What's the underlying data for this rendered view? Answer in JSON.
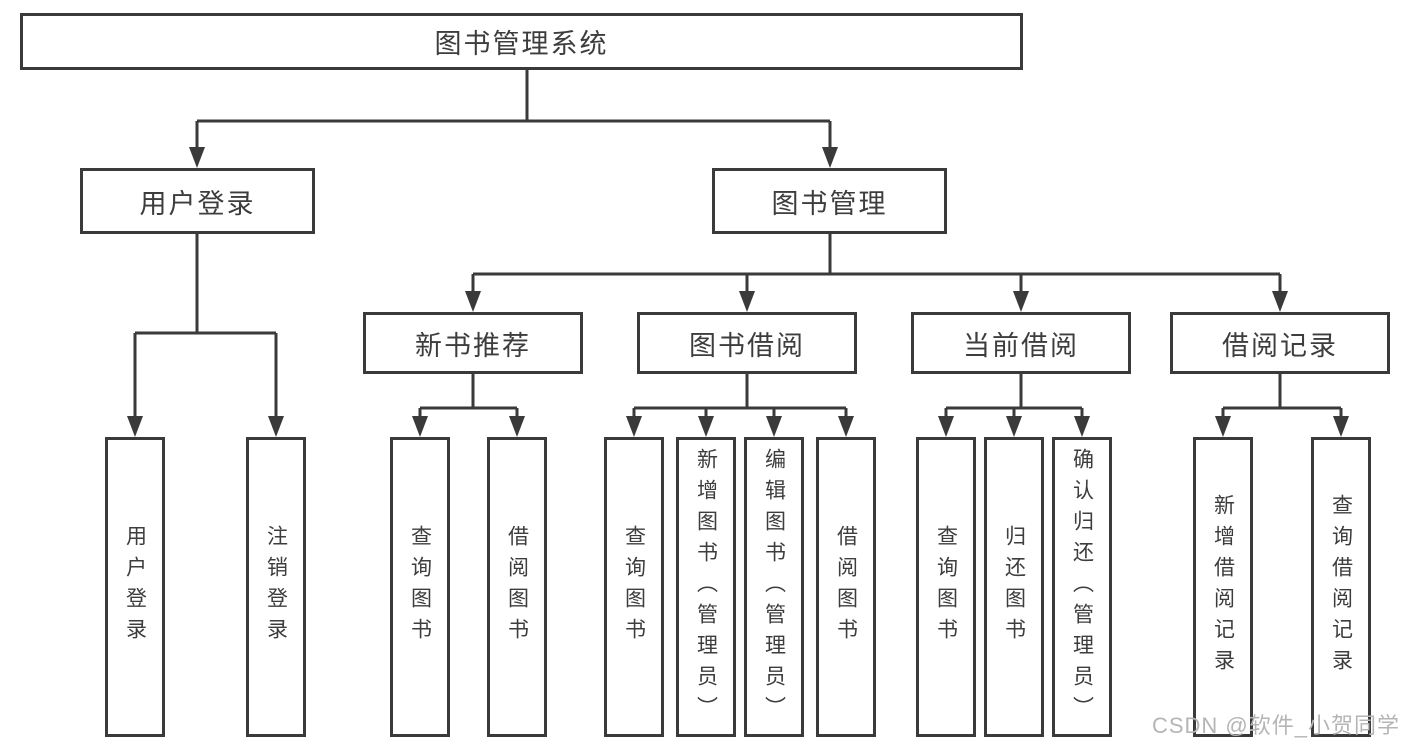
{
  "diagram": {
    "root": {
      "label": "图书管理系统"
    },
    "level2": [
      {
        "label": "用户登录"
      },
      {
        "label": "图书管理"
      }
    ],
    "level3": [
      {
        "label": "新书推荐"
      },
      {
        "label": "图书借阅"
      },
      {
        "label": "当前借阅"
      },
      {
        "label": "借阅记录"
      }
    ],
    "leaves": {
      "login": [
        "用户登录",
        "注销登录"
      ],
      "recommend": [
        "查询图书",
        "借阅图书"
      ],
      "borrow": [
        "查询图书",
        "新增图书（管理员）",
        "编辑图书（管理员）",
        "借阅图书"
      ],
      "current": [
        "查询图书",
        "归还图书",
        "确认归还（管理员）"
      ],
      "records": [
        "新增借阅记录",
        "查询借阅记录"
      ]
    }
  },
  "watermark": {
    "text": "CSDN @软件_小贺同学"
  },
  "colors": {
    "line": "#3a3a3a",
    "text": "#3d3d3d",
    "background": "#ffffff",
    "watermark": "#b5b5b5"
  }
}
